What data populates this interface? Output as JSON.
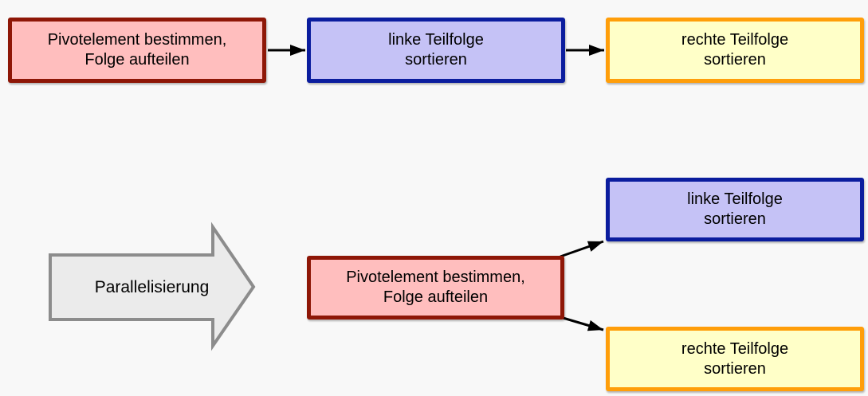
{
  "canvas": {
    "background": "#f8f8f8"
  },
  "arrow_color": "#000000",
  "sequential": {
    "pivot": {
      "label": "Pivotelement bestimmen,\nFolge aufteilen",
      "fill": "#ffbebe",
      "border": "#8e1707"
    },
    "left": {
      "label": "linke Teilfolge\nsortieren",
      "fill": "#c5c2f6",
      "border": "#0b1d9e"
    },
    "right": {
      "label": "rechte Teilfolge\nsortieren",
      "fill": "#ffffc8",
      "border": "#ff9e0a"
    }
  },
  "parallel": {
    "pivot": {
      "label": "Pivotelement bestimmen,\nFolge aufteilen",
      "fill": "#ffbebe",
      "border": "#8e1707"
    },
    "left": {
      "label": "linke Teilfolge\nsortieren",
      "fill": "#c5c2f6",
      "border": "#0b1d9e"
    },
    "right": {
      "label": "rechte Teilfolge\nsortieren",
      "fill": "#ffffc8",
      "border": "#ff9e0a"
    }
  },
  "transform_arrow": {
    "label": "Parallelisierung",
    "fill": "#ebebeb",
    "border": "#8c8c8c"
  }
}
